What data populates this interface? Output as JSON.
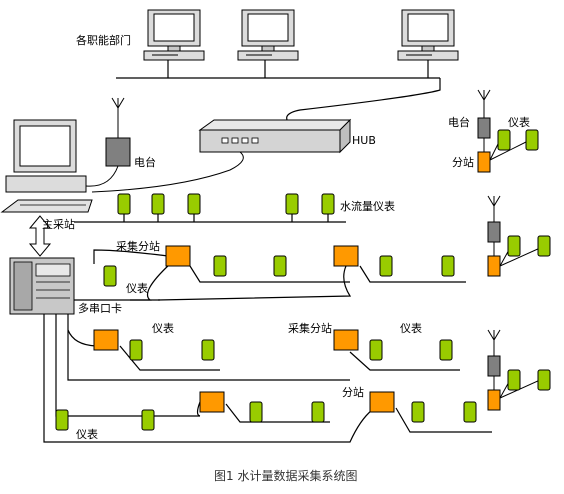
{
  "labels": {
    "departments": "各职能部门",
    "hub": "HUB",
    "radio_main": "电台",
    "radio_right": "电台",
    "meter_right": "仪表",
    "substation_right1": "分站",
    "main_station": "主采站",
    "water_meter": "水流量仪表",
    "collect_sub1": "采集分站",
    "meter_a": "仪表",
    "serial_card": "多串口卡",
    "meter_b": "仪表",
    "collect_sub2": "采集分站",
    "meter_c": "仪表",
    "substation_right2": "分站",
    "meter_d": "仪表",
    "caption": "图1 水计量数据采集系统图"
  },
  "colors": {
    "meter": "#99cc00",
    "substation": "#ff9900",
    "radio": "#808080",
    "device": "#d4d4d4",
    "line": "#000000"
  }
}
